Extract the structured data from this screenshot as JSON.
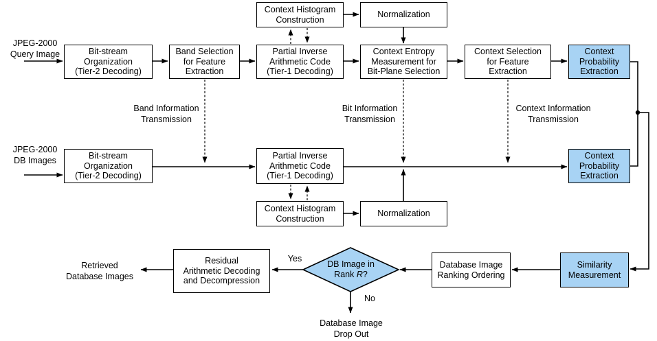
{
  "colors": {
    "highlight_fill": "#A8D3F4",
    "box_border": "#000000",
    "line": "#000000",
    "background": "#FFFFFF"
  },
  "inputs": {
    "query": "JPEG-2000\nQuery Image",
    "db": "JPEG-2000\nDB Images"
  },
  "query_path": {
    "context_histogram": "Context Histogram\nConstruction",
    "normalization": "Normalization",
    "bitstream_org": "Bit-stream\nOrganization\n(Tier-2 Decoding)",
    "band_selection": "Band Selection\nfor Feature\nExtraction",
    "partial_inverse": "Partial Inverse\nArithmetic Code\n(Tier-1 Decoding)",
    "context_entropy": "Context Entropy\nMeasurement for\nBit-Plane Selection",
    "context_selection": "Context Selection\nfor Feature\nExtraction",
    "context_probability": "Context\nProbability\nExtraction"
  },
  "db_path": {
    "bitstream_org": "Bit-stream\nOrganization\n(Tier-2 Decoding)",
    "partial_inverse": "Partial Inverse\nArithmetic Code\n(Tier-1 Decoding)",
    "context_histogram": "Context Histogram\nConstruction",
    "normalization": "Normalization",
    "context_probability": "Context\nProbability\nExtraction"
  },
  "transmission_labels": {
    "band": "Band Information\nTransmission",
    "bit": "Bit Information\nTransmission",
    "context": "Context Information\nTransmission"
  },
  "retrieval": {
    "similarity": "Similarity\nMeasurement",
    "ranking": "Database Image\nRanking Ordering",
    "decision_line1": "DB Image in",
    "decision_rank_prefix": "Rank ",
    "decision_rank_var": "R",
    "decision_suffix": "?",
    "yes": "Yes",
    "no": "No",
    "residual": "Residual\nArithmetic Decoding\nand Decompression",
    "retrieved": "Retrieved\nDatabase Images",
    "dropout": "Database Image\nDrop Out"
  }
}
